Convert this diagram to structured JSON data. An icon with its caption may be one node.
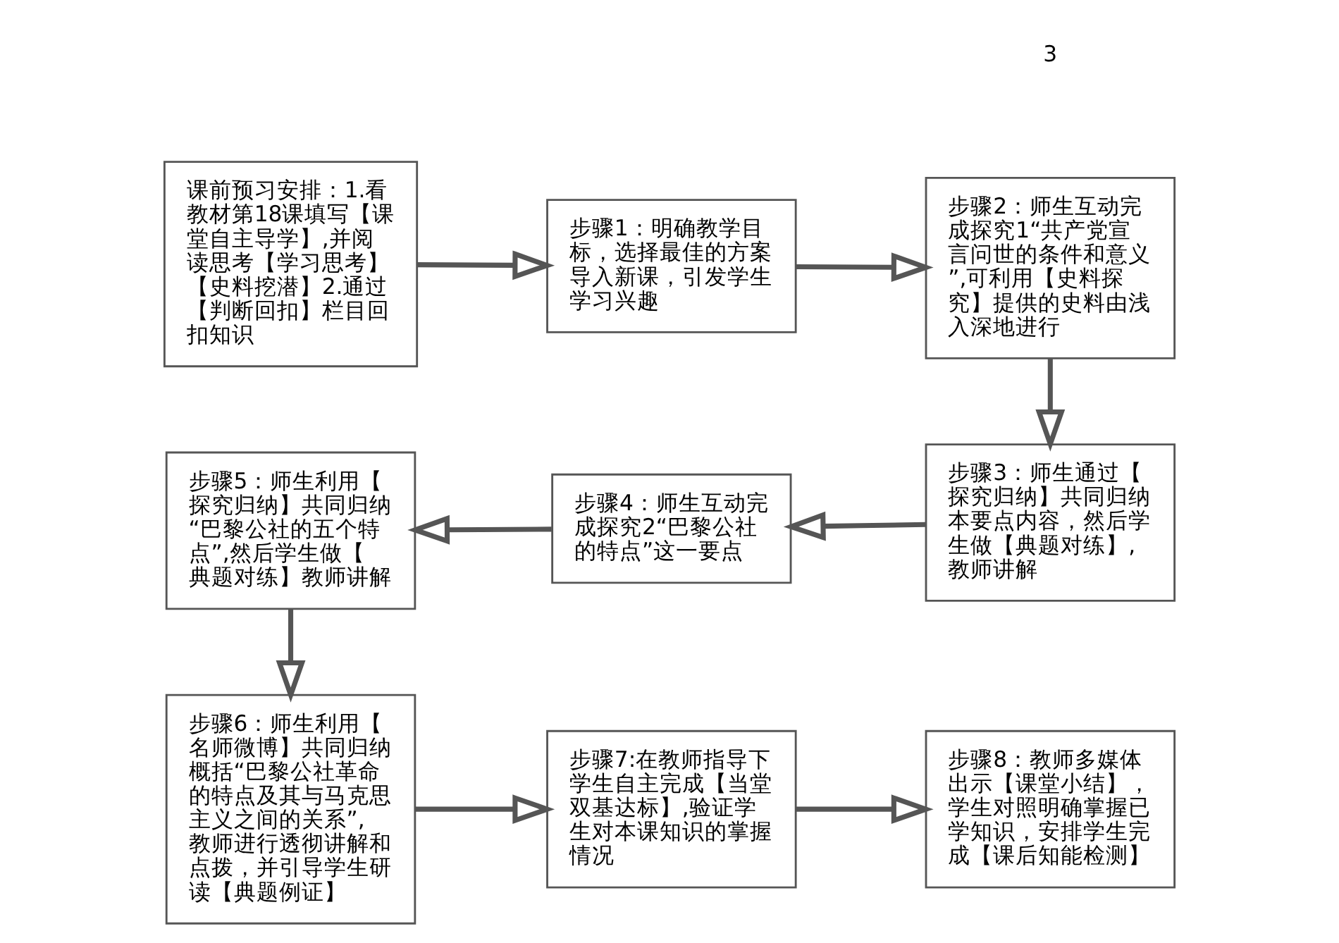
{
  "diagram": {
    "nodes": [
      {
        "text": [
          "课前预习安排：1.看教材第18课填写【课堂自主导学】,并阅读思考【学习思考】【史料挖潜】2.通过【判断回扣】栏目回扣知识"
        ]
      },
      {
        "text": [
          "步骤1：明确教学目标，选择最佳的方案导入新课，引发学生学习兴趣"
        ]
      },
      {
        "text": [
          "步骤2：师生互动完成探究1“共产党宣言问世的条件和意义”,可利用【史料探究】提供的史料由浅入深地进行"
        ]
      },
      {
        "text": [
          "步骤3：师生通过【探究归纳】共同归纳本要点内容，然后学生做【典题对练】,教师讲解"
        ]
      },
      {
        "text": [
          "步骤4：师生互动完成探究2“巴黎公社的特点”这一要点"
        ]
      },
      {
        "text": [
          "步骤5：师生利用【探究归纳】共同归纳“巴黎公社的五个特点”,然后学生做【典题对练】教师讲解"
        ]
      },
      {
        "text": [
          "步骤6：师生利用【名师微博】共同归纳概括“巴黎公社革命的特点及其与马克思主义之间的关系”,教师进行透彻讲解和点拨，并引导学生研读【典题例证】"
        ]
      },
      {
        "text": [
          "步骤7:在教师指导下学生自主完成【当堂双基达标】,验证学生对本课知识的掌握情况"
        ]
      },
      {
        "text": [
          "步骤8：教师多媒体出示【课堂小结】，学生对照明确掌握已学知识，安排学生完成【课后知能检测】"
        ]
      }
    ],
    "edges": [
      {
        "from": 0,
        "to": 1,
        "arrow": "to"
      },
      {
        "from": 1,
        "to": 2,
        "arrow": "to"
      },
      {
        "from": 2,
        "to": 3,
        "arrow": "to"
      },
      {
        "from": 3,
        "to": 4,
        "arrow": "to"
      },
      {
        "from": 4,
        "to": 5,
        "arrow": "to"
      },
      {
        "from": 5,
        "to": 6,
        "arrow": "to"
      },
      {
        "from": 6,
        "to": 7,
        "arrow": "to"
      },
      {
        "from": 7,
        "to": 8,
        "arrow": "to"
      }
    ],
    "labels": [
      "3"
    ]
  }
}
